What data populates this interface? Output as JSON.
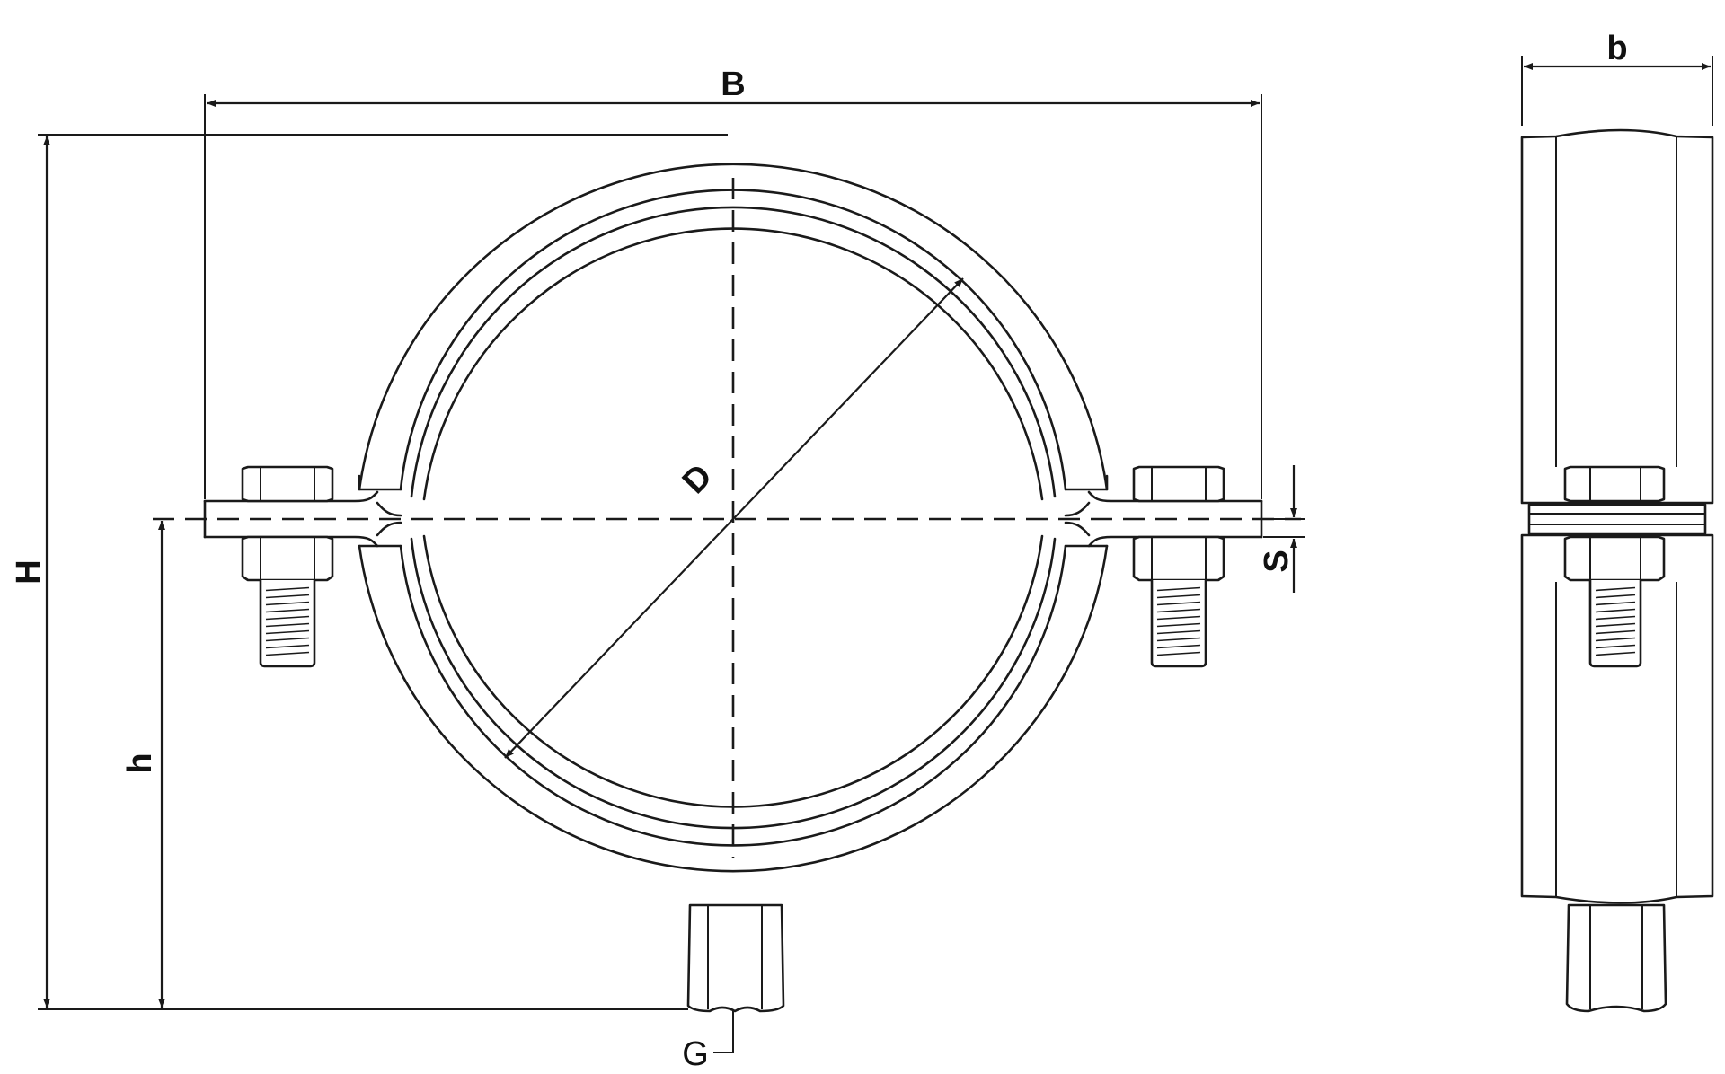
{
  "drawing": {
    "labels": {
      "overall_width": "B",
      "overall_height": "H",
      "center_height": "h",
      "diameter": "D",
      "band_width": "b",
      "thickness": "S",
      "thread": "G"
    },
    "colors": {
      "line": "#1a1a1a",
      "background": "#ffffff"
    }
  }
}
